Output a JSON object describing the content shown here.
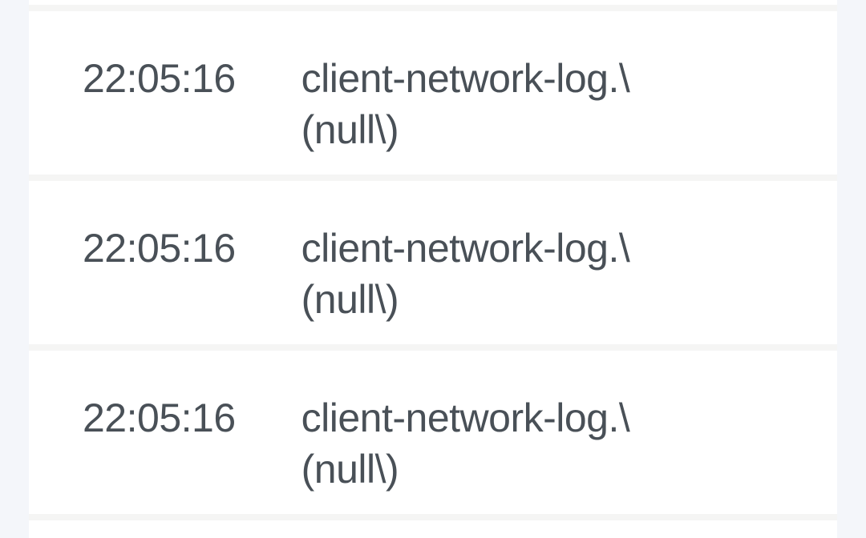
{
  "colors": {
    "page_background": "#f4f6fa",
    "row_background": "#ffffff",
    "divider": "#f5f5f4",
    "text": "#495057"
  },
  "log_list": {
    "entries": [
      {
        "time": "22:05:16",
        "message_line1": "client-network-log.\\",
        "message_line2": "(null\\)"
      },
      {
        "time": "22:05:16",
        "message_line1": "client-network-log.\\",
        "message_line2": "(null\\)"
      },
      {
        "time": "22:05:16",
        "message_line1": "client-network-log.\\",
        "message_line2": "(null\\)"
      }
    ]
  }
}
